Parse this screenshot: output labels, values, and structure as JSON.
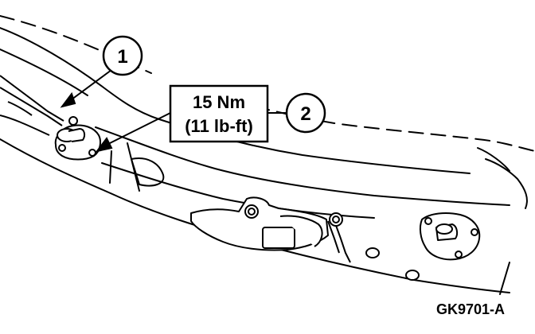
{
  "callouts": [
    {
      "label": "1"
    },
    {
      "label": "2"
    }
  ],
  "torque_spec": {
    "metric": "15 Nm",
    "imperial": "(11 lb-ft)"
  },
  "figure_id": "GK9701-A",
  "colors": {
    "line": "#000000",
    "background": "#ffffff"
  }
}
